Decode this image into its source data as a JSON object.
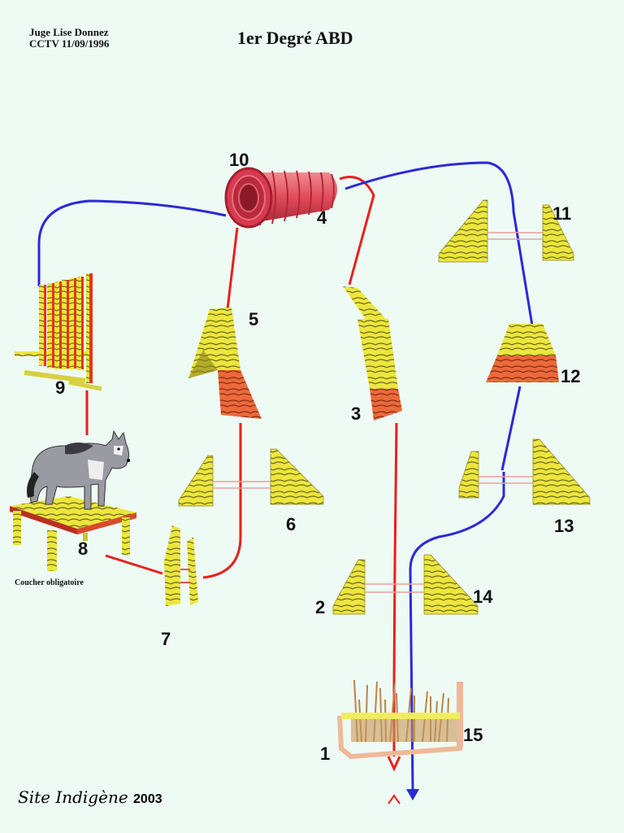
{
  "header": {
    "judge_line1": "Juge Lise Donnez",
    "judge_line2": "CCTV 11/09/1996",
    "title": "1er Degré ABD"
  },
  "footer": {
    "signature": "Site Indigène",
    "year": "2003"
  },
  "colors": {
    "background": "#eefaf4",
    "red_path": "#e8201c",
    "blue_path": "#2a2ad8",
    "wood": "#e8e040",
    "tunnel": "#e05868"
  },
  "obstacles": [
    {
      "number": "1",
      "kind": "start-end-hedge"
    },
    {
      "number": "2",
      "kind": "jump"
    },
    {
      "number": "3",
      "kind": "ramp"
    },
    {
      "number": "4",
      "kind": "tunnel-exit"
    },
    {
      "number": "5",
      "kind": "a-frame"
    },
    {
      "number": "6",
      "kind": "jump"
    },
    {
      "number": "7",
      "kind": "wall"
    },
    {
      "number": "8",
      "kind": "table",
      "note": "Coucher obligatoire"
    },
    {
      "number": "9",
      "kind": "palisade"
    },
    {
      "number": "10",
      "kind": "tunnel"
    },
    {
      "number": "11",
      "kind": "jump"
    },
    {
      "number": "12",
      "kind": "trapezoid-block"
    },
    {
      "number": "13",
      "kind": "jump"
    },
    {
      "number": "14",
      "kind": "jump"
    },
    {
      "number": "15",
      "kind": "hedge"
    }
  ]
}
